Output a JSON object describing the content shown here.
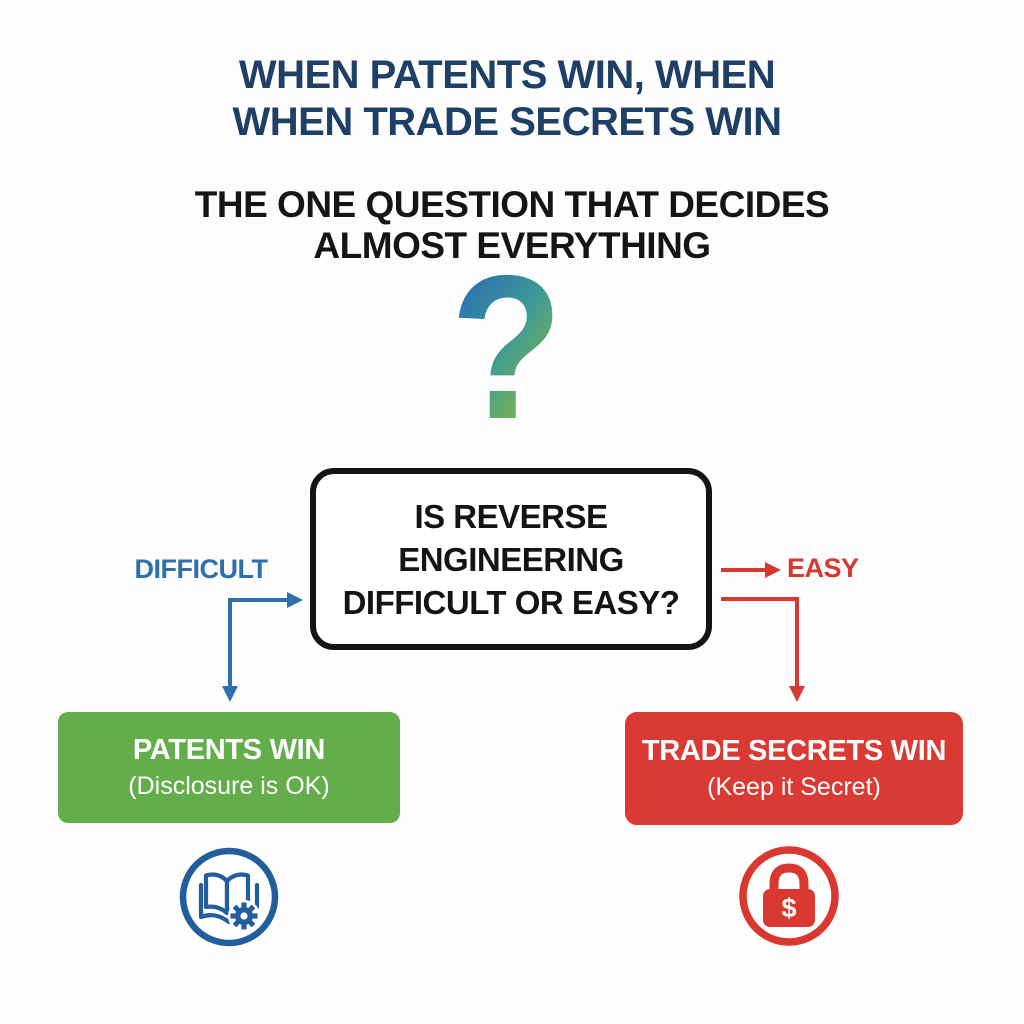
{
  "title": {
    "line1": "WHEN PATENTS WIN, WHEN",
    "line2": "WHEN TRADE SECRETS WIN"
  },
  "subtitle": {
    "line1": "THE ONE QUESTION THAT DECIDES",
    "line2": "ALMOST EVERYTHING"
  },
  "question_mark": "?",
  "decision_box": {
    "text": "IS REVERSE\nENGINEERING\nDIFFICULT OR EASY?"
  },
  "branches": {
    "left": {
      "label": "DIFFICULT",
      "color": "#2e6fad"
    },
    "right": {
      "label": "EASY",
      "color": "#d8382f"
    }
  },
  "outcomes": {
    "patents": {
      "title": "PATENTS WIN",
      "subtitle": "(Disclosure is OK)",
      "color": "#63ae4a",
      "icon": "open-book-gear-icon",
      "icon_color": "#235e9c"
    },
    "trade_secrets": {
      "title": "TRADE SECRETS WIN",
      "subtitle": "(Keep it Secret)",
      "color": "#d93a33",
      "icon": "dollar-lock-icon",
      "icon_color": "#d8382f",
      "lock_symbol": "$"
    }
  },
  "colors": {
    "title_navy": "#1e4066",
    "subtitle_black": "#151515",
    "question_gradient_top": "#2a6cb3",
    "question_gradient_mid": "#3f9a95",
    "question_gradient_bottom": "#87b93f",
    "box_border": "#141414"
  }
}
